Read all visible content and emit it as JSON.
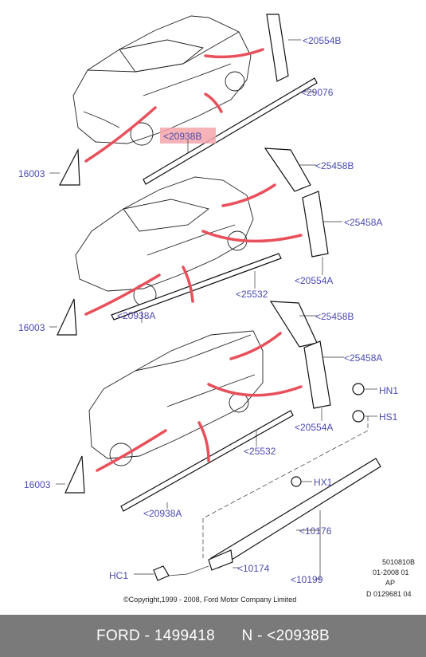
{
  "labels": {
    "p20554b": "<20554B",
    "p29076": "<29076",
    "p20938b": "<20938B",
    "p16003_1": "16003",
    "p25458b_1": "<25458B",
    "p25458a_1": "<25458A",
    "p20554a_1": "<20554A",
    "p25532_1": "<25532",
    "p20938a_1": "<20938A",
    "p16003_2": "16003",
    "p25458b_2": "<25458B",
    "p25458a_2": "<25458A",
    "hn1": "HN1",
    "hs1": "HS1",
    "p20554a_2": "<20554A",
    "p25532_2": "<25532",
    "p16003_3": "16003",
    "hx1": "HX1",
    "p20938a_2": "<20938A",
    "p10176": "<10176",
    "hc1": "HC1",
    "p10174": "<10174",
    "p10199": "<10199"
  },
  "notes": {
    "line1": "5010810B",
    "line2": "01-2008 01",
    "line3": "AP",
    "line4": "D 0129681 04"
  },
  "copyright": "©Copyright,1999 - 2008, Ford Motor Company Limited",
  "footer": {
    "brand": "FORD",
    "part_number": "1499418",
    "reference": "N - <20938B"
  },
  "colors": {
    "label_text": "#4a4ab0",
    "arrow": "#e8505b",
    "highlight_fill": "#f3a6ab",
    "footer_bg": "#7a7a7a"
  }
}
